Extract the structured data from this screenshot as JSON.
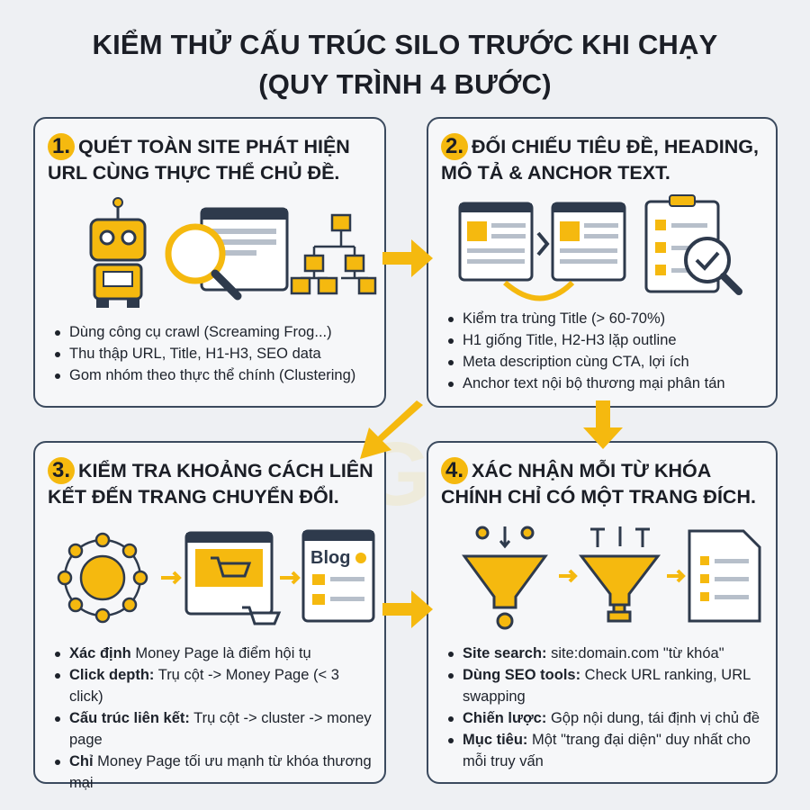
{
  "title": {
    "line1": "KIỂM THỬ CẤU TRÚC SILO TRƯỚC KHI CHẠY",
    "line2": "(QUY TRÌNH 4 BƯỚC)"
  },
  "watermark": "LIGHT",
  "accent_color": "#f5b90f",
  "border_color": "#3b4a5e",
  "steps": [
    {
      "num": "1.",
      "heading": "QUÉT TOÀN SITE PHÁT HIỆN URL CÙNG THỰC THỂ CHỦ ĐỀ.",
      "icons": [
        "robot-icon",
        "magnifier-icon",
        "browser-window-icon",
        "sitemap-tree-icon"
      ],
      "bullets": [
        {
          "bold": "",
          "text": "Dùng công cụ crawl (Screaming Frog...)"
        },
        {
          "bold": "",
          "text": "Thu thập URL, Title, H1-H3, SEO data"
        },
        {
          "bold": "",
          "text": "Gom nhóm theo thực thể chính (Clustering)"
        }
      ]
    },
    {
      "num": "2.",
      "heading": "ĐỐI CHIẾU TIÊU ĐỀ, HEADING, MÔ TẢ & ANCHOR TEXT.",
      "icons": [
        "page-compare-icon",
        "clipboard-checklist-icon",
        "magnifier-check-icon"
      ],
      "bullets": [
        {
          "bold": "",
          "text": "Kiểm tra trùng Title (> 60-70%)"
        },
        {
          "bold": "",
          "text": "H1 giống Title, H2-H3 lặp outline"
        },
        {
          "bold": "",
          "text": "Meta description cùng CTA, lợi ích"
        },
        {
          "bold": "",
          "text": "Anchor text nội bộ thương mại phân tán"
        }
      ]
    },
    {
      "num": "3.",
      "heading": "KIỂM TRA KHOẢNG CÁCH LIÊN KẾT ĐẾN TRANG CHUYỂN ĐỔI.",
      "icons": [
        "link-network-icon",
        "shopping-cart-page-icon",
        "blog-page-icon"
      ],
      "blog_label": "Blog",
      "bullets": [
        {
          "bold": "Xác định",
          "text": " Money Page là điểm hội tụ"
        },
        {
          "bold": "Click depth:",
          "text": " Trụ cột -> Money Page (< 3 click)"
        },
        {
          "bold": "Cấu trúc liên kết:",
          "text": " Trụ cột -> cluster -> money page"
        },
        {
          "bold": "Chỉ",
          "text": " Money Page tối ưu mạnh từ khóa thương mại"
        }
      ]
    },
    {
      "num": "4.",
      "heading": "XÁC NHẬN MỖI TỪ KHÓA CHÍNH CHỈ CÓ MỘT TRANG ĐÍCH.",
      "icons": [
        "funnel-icon",
        "funnel-trophy-icon",
        "document-list-icon"
      ],
      "bullets": [
        {
          "bold": "Site search:",
          "text": " site:domain.com \"từ khóa\""
        },
        {
          "bold": "Dùng SEO tools:",
          "text": " Check URL ranking, URL swapping"
        },
        {
          "bold": "Chiến lược:",
          "text": " Gộp nội dung, tái định vị chủ đề"
        },
        {
          "bold": "Mục tiêu:",
          "text": " Một \"trang đại diện\" duy nhất cho mỗi truy vấn"
        }
      ]
    }
  ]
}
